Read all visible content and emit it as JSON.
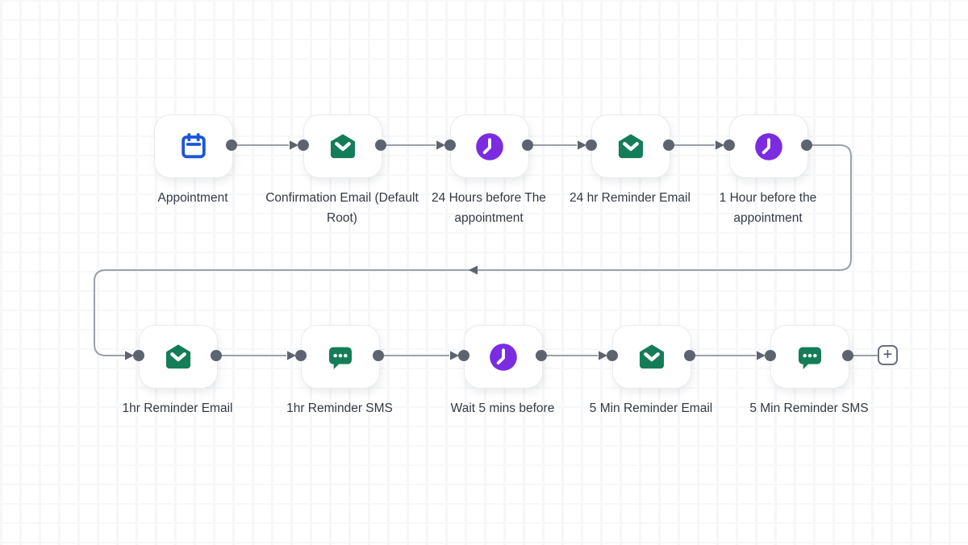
{
  "canvas": {
    "background": "#ffffff",
    "grid_color": "#f6f7f9"
  },
  "colors": {
    "connector_line": "#9aa1aa",
    "connector_dot": "#5d6470",
    "label_text": "#333a44",
    "calendar_blue": "#1b56db",
    "email_green": "#147d58",
    "sms_green": "#147d58",
    "clock_purple": "#7b2be0",
    "plus_border": "#6a7280"
  },
  "nodes": [
    {
      "id": "appointment",
      "label": "Appointment",
      "icon": "calendar-icon"
    },
    {
      "id": "confirmation-email",
      "label": "Confirmation Email (Default Root)",
      "icon": "email-icon"
    },
    {
      "id": "wait-24-hours",
      "label": "24 Hours before The appointment",
      "icon": "clock-icon"
    },
    {
      "id": "reminder-email-24hr",
      "label": "24 hr Reminder Email",
      "icon": "email-icon"
    },
    {
      "id": "wait-1-hour",
      "label": "1 Hour before the appointment",
      "icon": "clock-icon"
    },
    {
      "id": "reminder-email-1hr",
      "label": "1hr Reminder Email",
      "icon": "email-icon"
    },
    {
      "id": "reminder-sms-1hr",
      "label": "1hr Reminder SMS",
      "icon": "sms-icon"
    },
    {
      "id": "wait-5-mins",
      "label": "Wait 5 mins before",
      "icon": "clock-icon"
    },
    {
      "id": "reminder-email-5min",
      "label": "5 Min Reminder Email",
      "icon": "email-icon"
    },
    {
      "id": "reminder-sms-5min",
      "label": "5 Min Reminder SMS",
      "icon": "sms-icon"
    }
  ],
  "add_button": {
    "label": "+"
  }
}
